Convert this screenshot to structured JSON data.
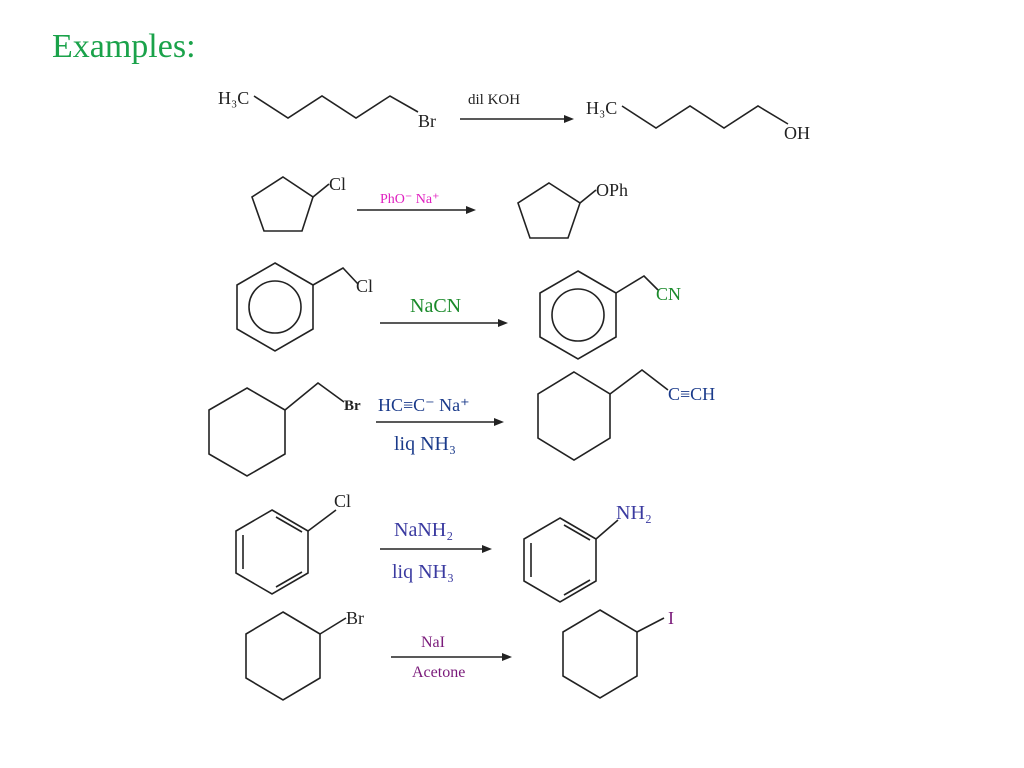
{
  "title": "Examples:",
  "reactions": [
    {
      "reactant": {
        "label_left": "H₃C",
        "label_right": "Br"
      },
      "reagent_top": "dil KOH",
      "reagent_bottom": "",
      "product": {
        "label_left": "H₃C",
        "label_right": "OH"
      },
      "reagent_color": "#9a1a1a"
    },
    {
      "reactant": {
        "label": "Cl"
      },
      "reagent_top": "PhO⁻ Na⁺",
      "reagent_bottom": "",
      "product": {
        "label": "OPh"
      },
      "reagent_color": "#e020c0"
    },
    {
      "reactant": {
        "label": "Cl"
      },
      "reagent_top": "NaCN",
      "reagent_bottom": "",
      "product": {
        "label": "CN"
      },
      "reagent_color": "#1a8a2a"
    },
    {
      "reactant": {
        "label": "Br"
      },
      "reagent_top": "HC≡C⁻ Na⁺",
      "reagent_bottom": "liq NH₃",
      "product": {
        "label": "C≡CH"
      },
      "reagent_color": "#1a3a8a"
    },
    {
      "reactant": {
        "label": "Cl"
      },
      "reagent_top": "NaNH₂",
      "reagent_bottom": "liq NH₃",
      "product": {
        "label": "NH₂"
      },
      "reagent_color": "#3a3aa0"
    },
    {
      "reactant": {
        "label": "Br"
      },
      "reagent_top": "NaI",
      "reagent_bottom": "Acetone",
      "product": {
        "label": "I"
      },
      "reagent_color": "#7a1a7a"
    }
  ]
}
